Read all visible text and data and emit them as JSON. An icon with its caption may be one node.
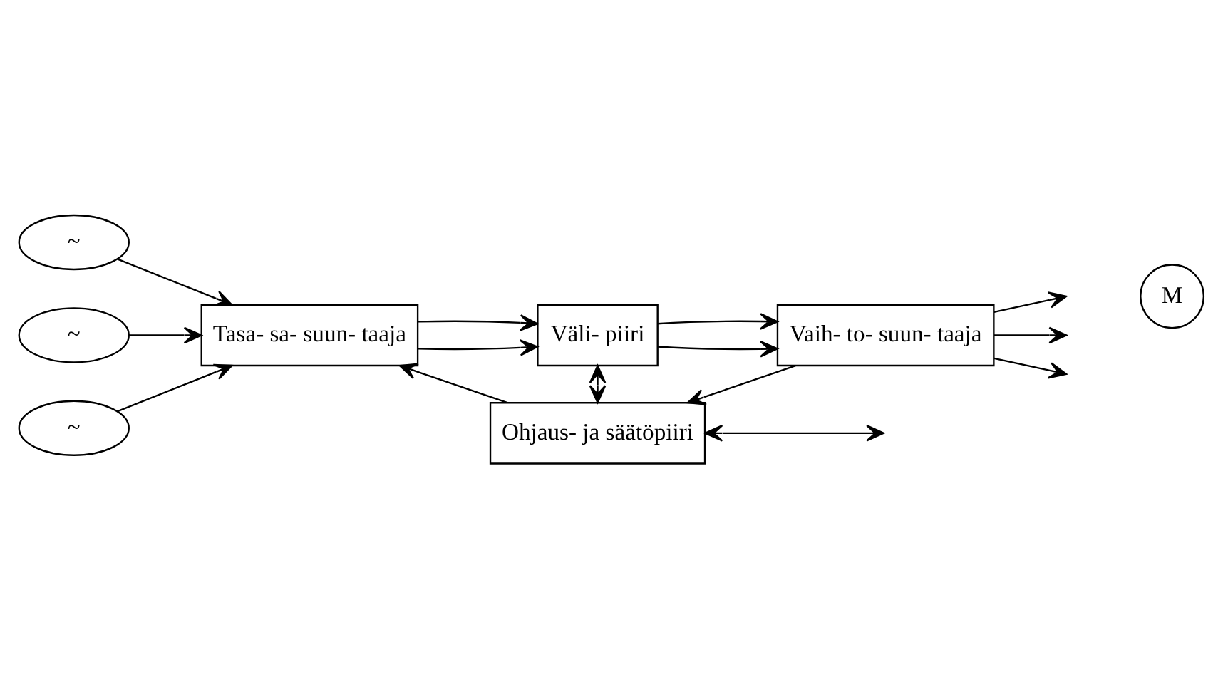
{
  "diagram": {
    "nodes": [
      {
        "text": [
          "~"
        ]
      },
      {
        "text": [
          "~"
        ]
      },
      {
        "text": [
          "~"
        ]
      },
      {
        "text": [
          "Tasa- sa- suun- taaja"
        ]
      },
      {
        "text": [
          "Väli- piiri"
        ]
      },
      {
        "text": [
          "Vaih- to- suun- taaja"
        ]
      },
      {
        "text": [
          "M"
        ]
      },
      {
        "text": [
          "Ohjaus- ja säätöpiiri"
        ]
      }
    ],
    "edges": [
      {
        "from": 0,
        "to": 3,
        "arrow": "to"
      },
      {
        "from": 1,
        "to": 3,
        "arrow": "to"
      },
      {
        "from": 2,
        "to": 3,
        "arrow": "to"
      },
      {
        "from": 3,
        "to": 4,
        "arrow": "to"
      },
      {
        "from": 3,
        "to": 4,
        "arrow": "to"
      },
      {
        "from": 4,
        "to": 5,
        "arrow": "to"
      },
      {
        "from": 4,
        "to": 5,
        "arrow": "to"
      },
      {
        "from": 5,
        "to": null,
        "arrow": "to"
      },
      {
        "from": 5,
        "to": null,
        "arrow": "to"
      },
      {
        "from": 5,
        "to": null,
        "arrow": "to"
      },
      {
        "from": 7,
        "to": 3,
        "arrow": "to"
      },
      {
        "from": 4,
        "to": 7,
        "arrow": "both"
      },
      {
        "from": 5,
        "to": 7,
        "arrow": "to"
      },
      {
        "from": 7,
        "to": null,
        "arrow": "both"
      }
    ]
  }
}
